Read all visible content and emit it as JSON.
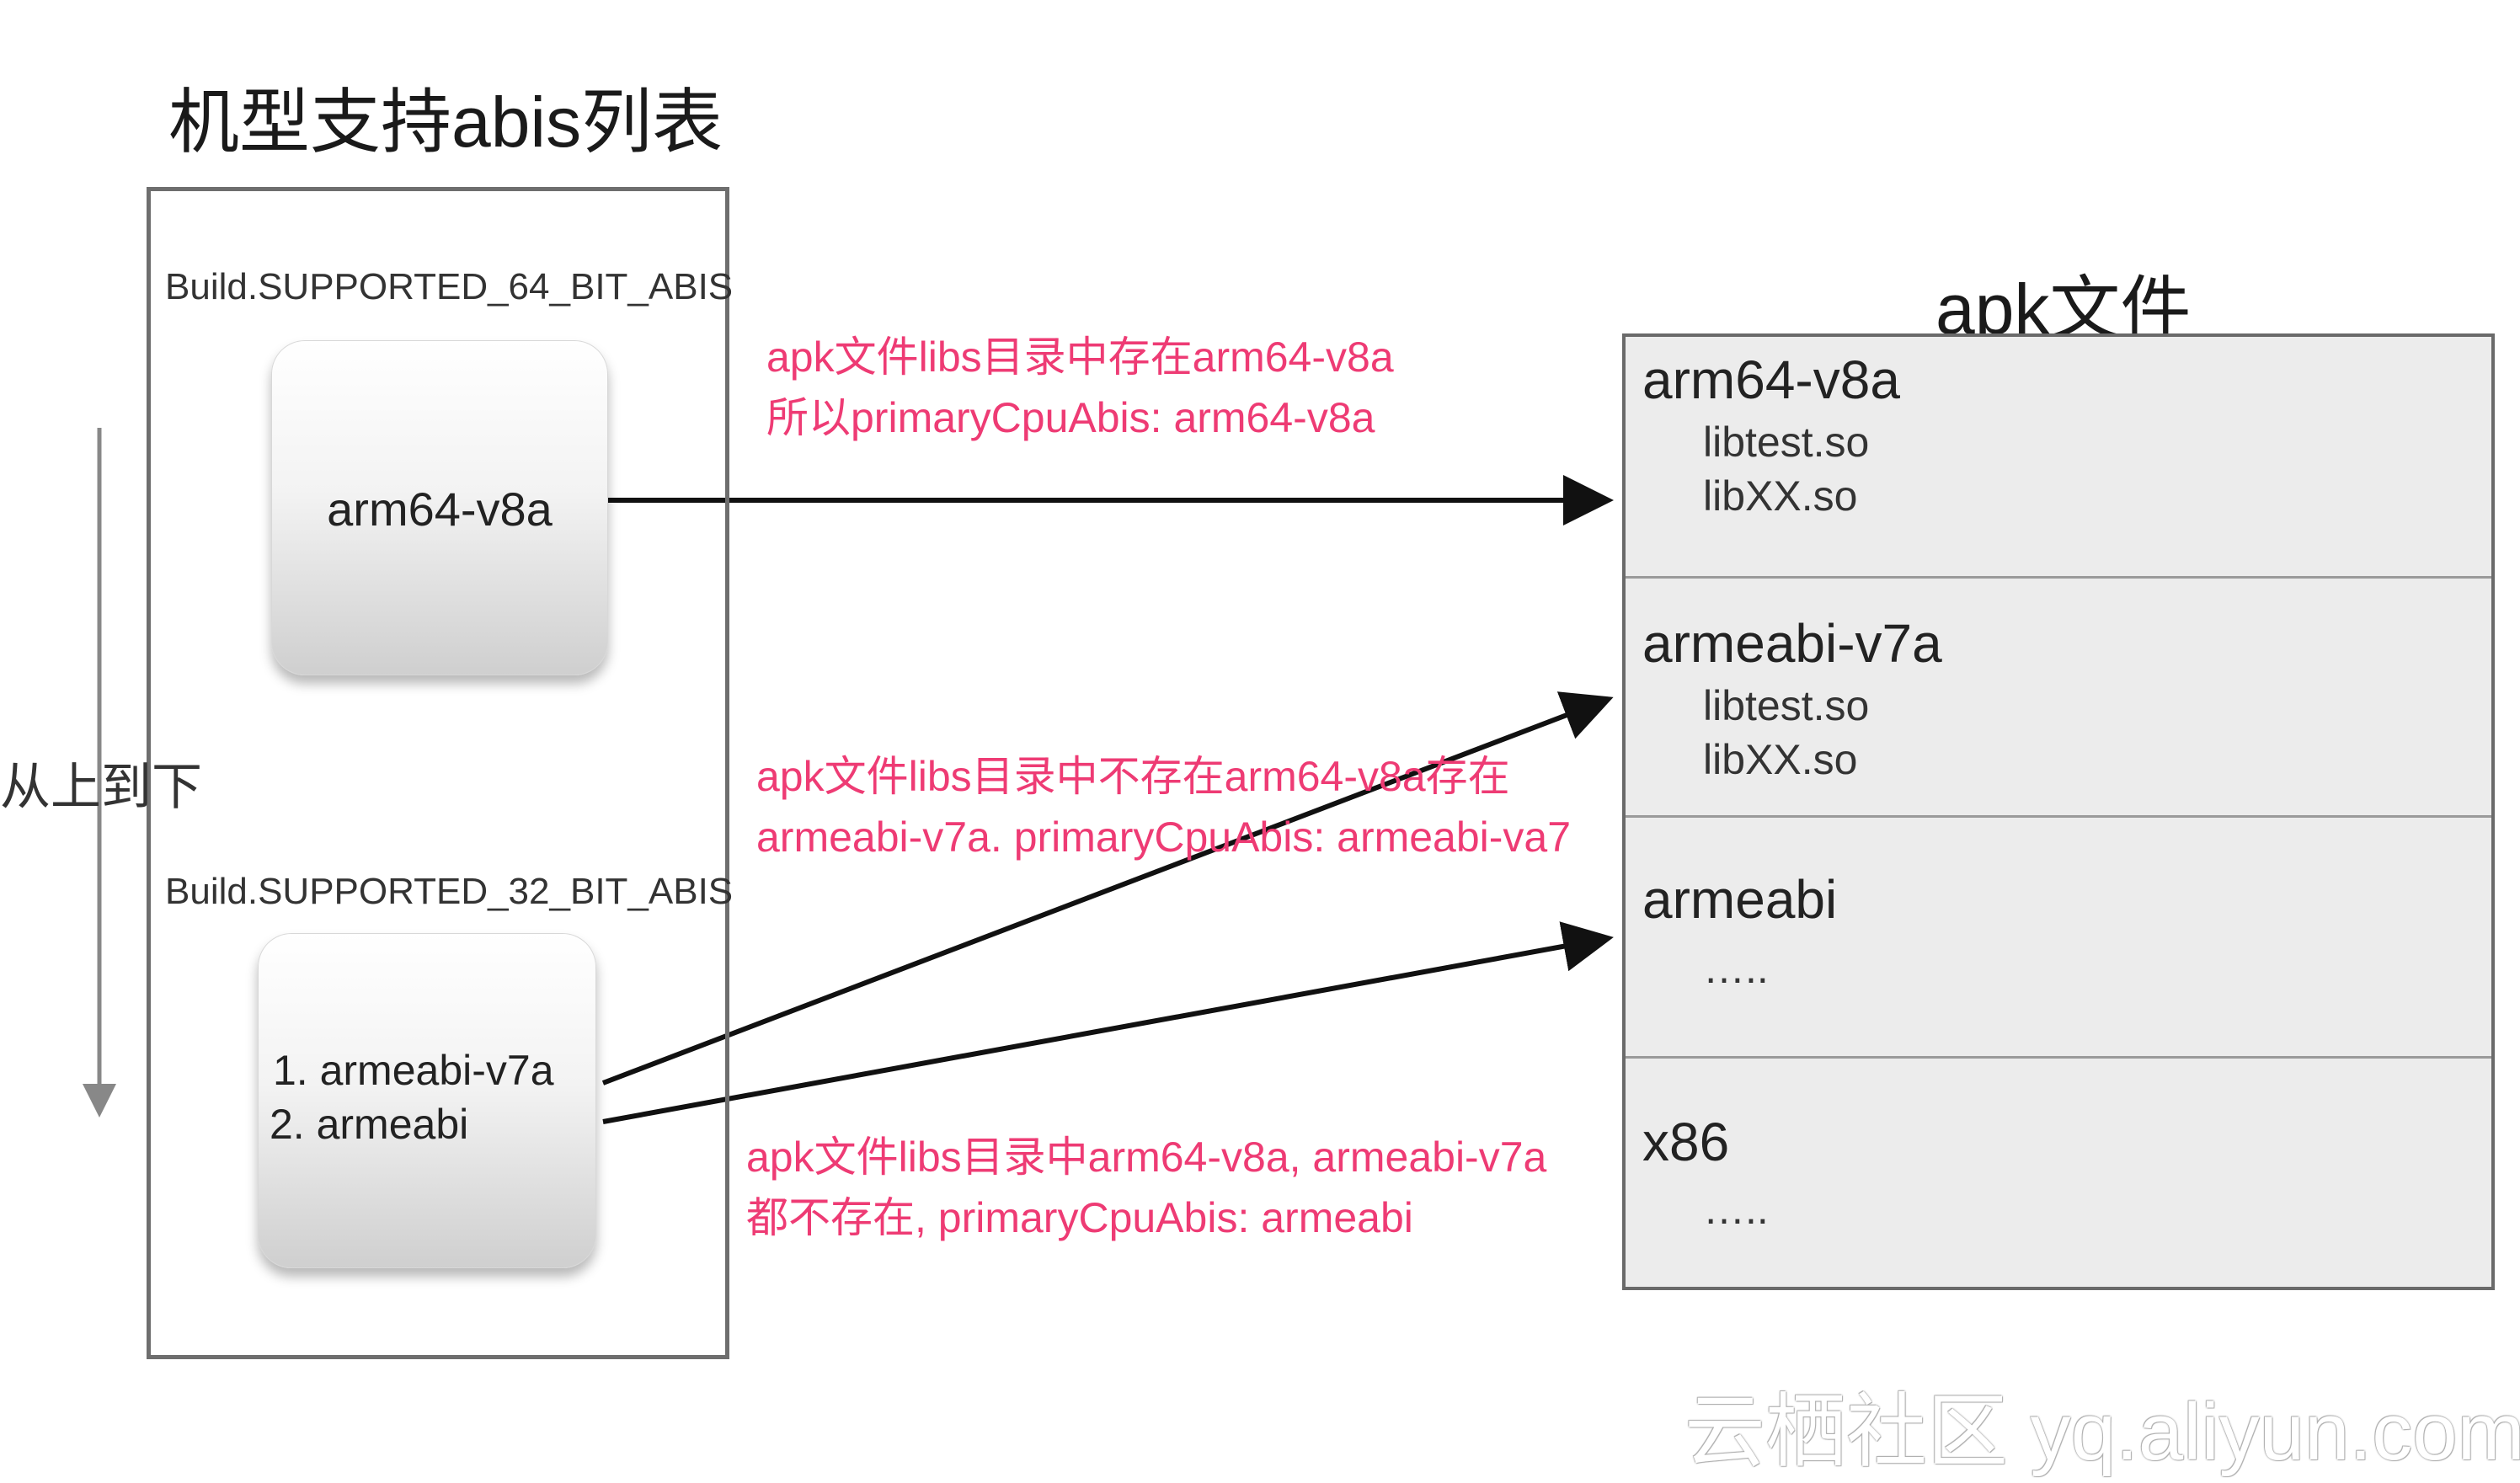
{
  "device": {
    "title": "机型支持abis列表",
    "abi64_header": "Build.SUPPORTED_64_BIT_ABIS",
    "abi64_chip": "arm64-v8a",
    "abi32_header": "Build.SUPPORTED_32_BIT_ABIS",
    "abi32_items": [
      "1. armeabi-v7a",
      "2. armeabi"
    ],
    "order_label": "从上到下"
  },
  "notes": [
    [
      "apk文件libs目录中存在arm64-v8a",
      "所以primaryCpuAbis: arm64-v8a"
    ],
    [
      "apk文件libs目录中不存在arm64-v8a存在",
      "armeabi-v7a. primaryCpuAbis: armeabi-va7"
    ],
    [
      "apk文件libs目录中arm64-v8a, armeabi-v7a",
      "都不存在, primaryCpuAbis: armeabi"
    ]
  ],
  "apk": {
    "title": "apk文件",
    "sections": [
      {
        "abi": "arm64-v8a",
        "libs": [
          "libtest.so",
          "libXX.so"
        ]
      },
      {
        "abi": "armeabi-v7a",
        "libs": [
          "libtest.so",
          "libXX.so"
        ]
      },
      {
        "abi": "armeabi",
        "libs": [
          "….."
        ]
      },
      {
        "abi": "x86",
        "libs": [
          "….."
        ]
      }
    ]
  },
  "watermark": "云栖社区 yq.aliyun.com",
  "colors": {
    "note": "#ee3b74",
    "box_fill": "#ececec",
    "border": "#6e6e6e",
    "arrow": "#111111"
  }
}
